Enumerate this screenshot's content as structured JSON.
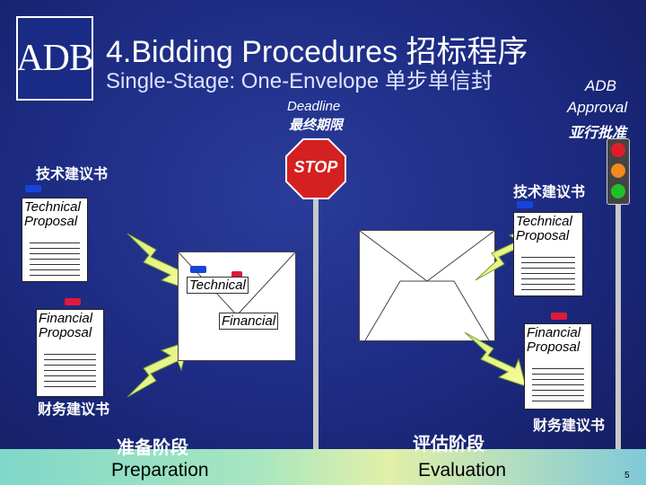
{
  "logo": {
    "text": "ADB"
  },
  "title": "4.Bidding Procedures 招标程序",
  "subtitle": "Single-Stage: One-Envelope 单步单信封",
  "deadline": {
    "en": "Deadline",
    "cn": "最终期限"
  },
  "stop_sign": {
    "text": "STOP"
  },
  "approval": {
    "line1": "ADB",
    "line2": "Approval",
    "cn": "亚行批准"
  },
  "left": {
    "technical_cn": "技术建议书",
    "technical_doc": "Technical Proposal",
    "financial_doc": "Financial Proposal",
    "financial_cn": "财务建议书"
  },
  "envelope": {
    "technical": "Technical",
    "financial": "Financial"
  },
  "right": {
    "technical_cn": "技术建议书",
    "technical_doc": "Technical Proposal",
    "financial_doc": "Financial Proposal",
    "financial_cn": "财务建议书"
  },
  "stages": {
    "preparation_cn": "准备阶段",
    "preparation_en": "Preparation",
    "evaluation_cn": "评估阶段",
    "evaluation_en": "Evaluation"
  },
  "page_number": "5",
  "colors": {
    "background": "#1c2a80",
    "stop": "#d42020",
    "traffic_red": "#e21b2b",
    "traffic_amber": "#f08a1c",
    "traffic_green": "#1fbf2a",
    "tab_blue": "#1744d8",
    "tab_red": "#e0183a"
  }
}
